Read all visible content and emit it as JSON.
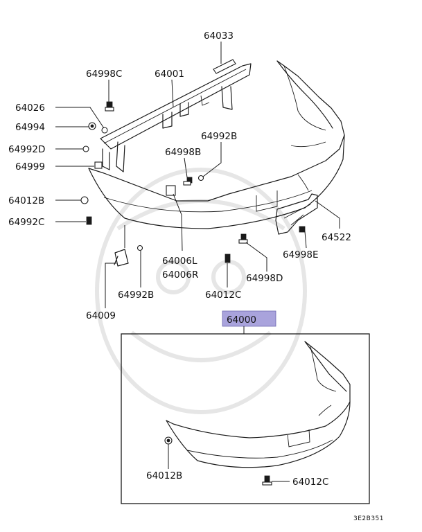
{
  "labels": {
    "p64033": "64033",
    "p64998C": "64998C",
    "p64001": "64001",
    "p64026": "64026",
    "p64994": "64994",
    "p64992D": "64992D",
    "p64999": "64999",
    "p64998B": "64998B",
    "p64992B_top": "64992B",
    "p64012B_top": "64012B",
    "p64992C": "64992C",
    "p64006L": "64006L",
    "p64006R": "64006R",
    "p64522": "64522",
    "p64998E": "64998E",
    "p64998D": "64998D",
    "p64012C_top": "64012C",
    "p64992B_bottom": "64992B",
    "p64009": "64009",
    "p64000": "64000",
    "p64012B_bottom": "64012B",
    "p64012C_bottom": "64012C"
  },
  "diagram_code": "3E2B351",
  "colors": {
    "highlight": "#a9a3dc",
    "line": "#1a1a1a",
    "watermark": "#e6e6e6"
  }
}
